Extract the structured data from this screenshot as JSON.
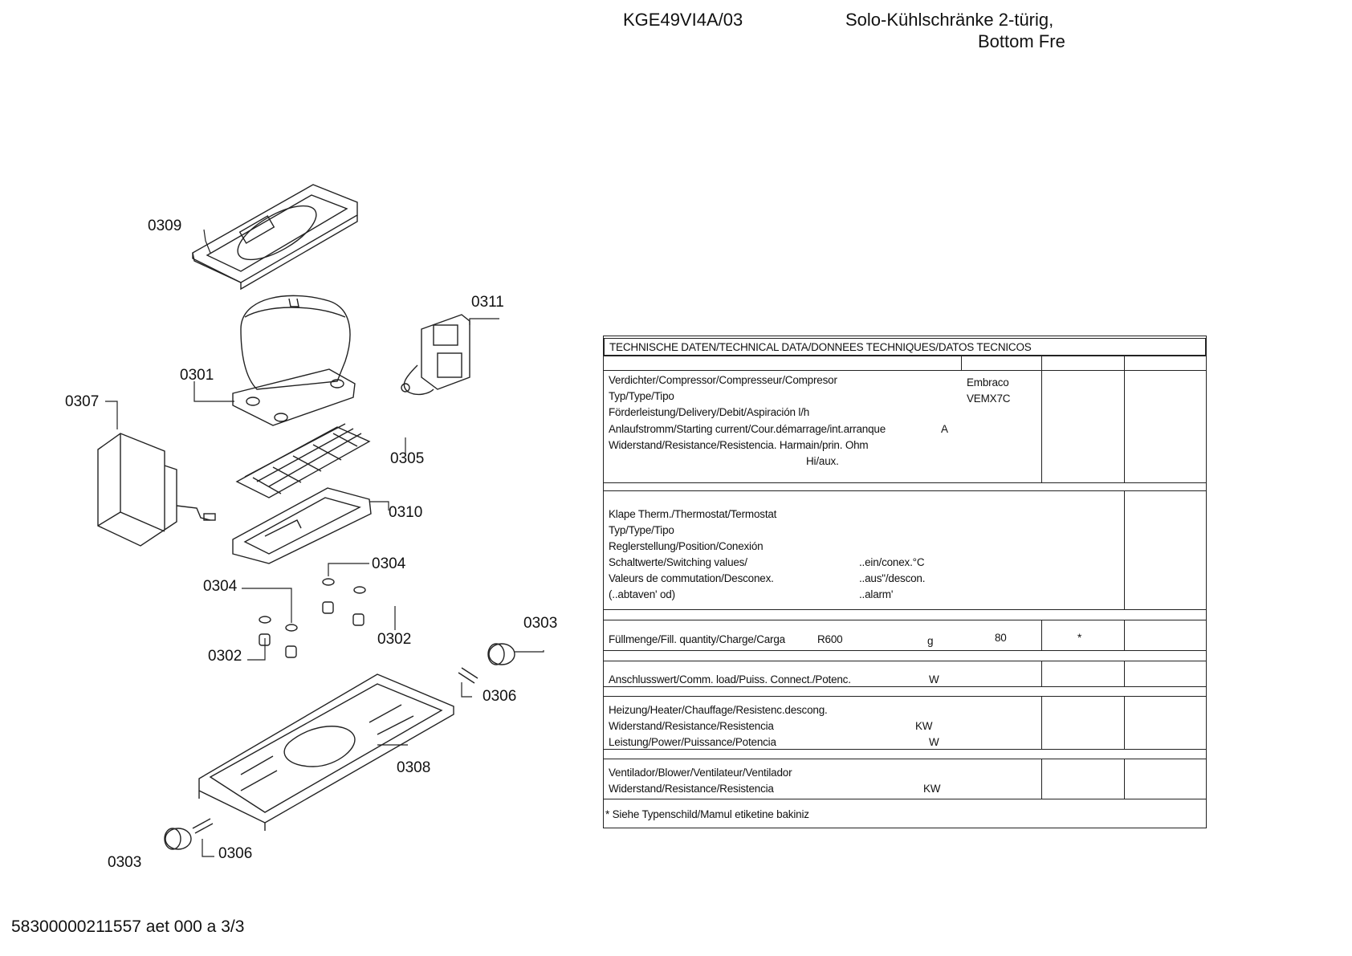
{
  "header": {
    "model": "KGE49VI4A/03",
    "description_line1": "Solo-Kühlschränke 2-türig,",
    "description_line2": "Bottom Fre"
  },
  "callouts": [
    "0309",
    "0311",
    "0301",
    "0307",
    "0305",
    "0310",
    "0304",
    "0304",
    "0302",
    "0302",
    "0303",
    "0306",
    "0308",
    "0306",
    "0303"
  ],
  "technical_data": {
    "title": "TECHNISCHE DATEN/TECHNICAL DATA/DONNEES TECHNIQUES/DATOS TECNICOS",
    "compressor": {
      "lines": [
        "Verdichter/Compressor/Compresseur/Compresor",
        "Typ/Type/Tipo",
        "Förderleistung/Delivery/Debit/Aspiración l/h",
        "Anlaufstromm/Starting current/Cour.démarrage/int.arranque",
        "Widerstand/Resistance/Resistencia. Harmain/prin. Ohm",
        "Hi/aux."
      ],
      "unit_a": "A",
      "value_make": "Embraco",
      "value_type": "VEMX7C"
    },
    "thermostat": {
      "lines": [
        "Klape Therm./Thermostat/Termostat",
        "Typ/Type/Tipo",
        "Reglerstellung/Position/Conexión",
        "Schaltwerte/Switching values/",
        "Valeurs de commutation/Desconex.",
        "(..abtaven' od)"
      ],
      "right_lines": [
        "..ein/conex.°C",
        "..aus\"/descon.",
        "..alarm'"
      ]
    },
    "fill": {
      "label": "Füllmenge/Fill. quantity/Charge/Carga",
      "refrigerant": "R600",
      "unit": "g",
      "value": "80",
      "mark": "*"
    },
    "connection": {
      "label": "Anschlusswert/Comm. load/Puiss. Connect./Potenc.",
      "unit": "W"
    },
    "heater": {
      "lines": [
        "Heizung/Heater/Chauffage/Resistenc.descong.",
        "Widerstand/Resistance/Resistencia",
        "Leistung/Power/Puissance/Potencia"
      ],
      "units": [
        "KW",
        "W"
      ]
    },
    "blower": {
      "lines": [
        "Ventilador/Blower/Ventilateur/Ventilador",
        "Widerstand/Resistance/Resistencia"
      ],
      "unit": "KW"
    },
    "footnote": "* Siehe Typenschild/Mamul etiketine bakiniz"
  },
  "footer": {
    "doc_id": "58300000211557 aet 000 a 3/3"
  }
}
